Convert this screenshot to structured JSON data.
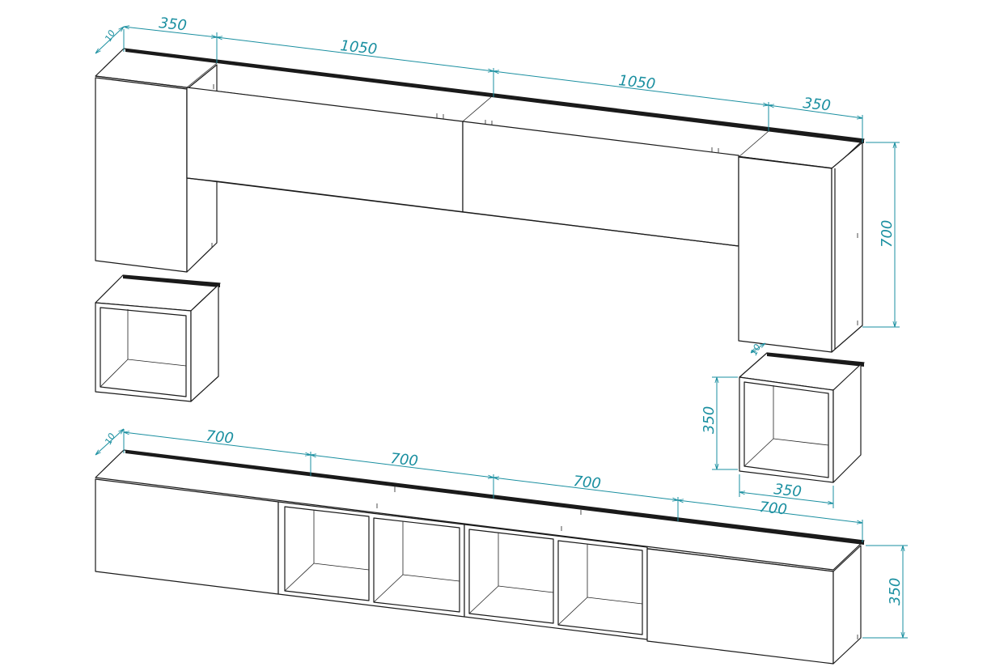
{
  "dimensions": {
    "top_row": {
      "depth": "10",
      "left": "350",
      "middle_left": "1050",
      "middle_right": "1050",
      "right": "350",
      "height": "700"
    },
    "right_cube": {
      "depth": "10",
      "height": "350",
      "width": "350"
    },
    "bottom_row": {
      "depth": "10",
      "seg1": "700",
      "seg2": "700",
      "seg3": "700",
      "seg4": "700",
      "height": "350"
    }
  },
  "colors": {
    "line": "#1a1a1a",
    "dimension": "#1a8fa0",
    "background": "#ffffff"
  }
}
